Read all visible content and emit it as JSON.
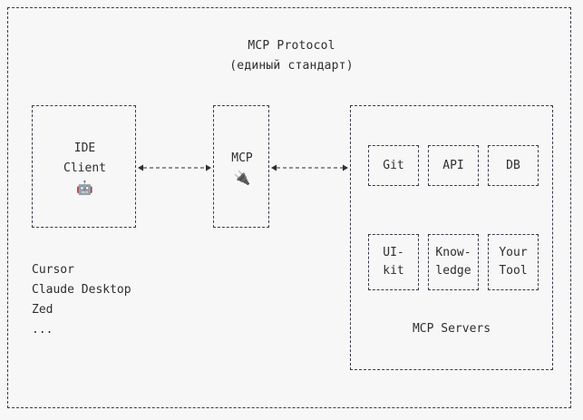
{
  "diagram": {
    "title": {
      "line1": "MCP Protocol",
      "line2": "(единый стандарт)"
    },
    "client_box": {
      "label_line1": "IDE",
      "label_line2": "Client",
      "icon": "robot-face-emoji",
      "icon_glyph": "🤖"
    },
    "protocol_box": {
      "label": "MCP",
      "icon": "electric-plug-emoji",
      "icon_glyph": "🔌"
    },
    "client_examples": [
      "Cursor",
      "Claude Desktop",
      "Zed",
      "..."
    ],
    "servers_box": {
      "label": "MCP Servers",
      "chips": [
        {
          "line1": "Git",
          "line2": ""
        },
        {
          "line1": "API",
          "line2": ""
        },
        {
          "line1": "DB",
          "line2": ""
        },
        {
          "line1": "UI-",
          "line2": "kit"
        },
        {
          "line1": "Know-",
          "line2": "ledge"
        },
        {
          "line1": "Your",
          "line2": "Tool"
        }
      ]
    },
    "arrows": [
      {
        "name": "client-to-protocol",
        "direction": "bidirectional"
      },
      {
        "name": "protocol-to-servers",
        "direction": "bidirectional"
      }
    ],
    "colors": {
      "background": "#f7f7f7",
      "stroke": "#3a3a4a",
      "text": "#2e2e33"
    }
  }
}
